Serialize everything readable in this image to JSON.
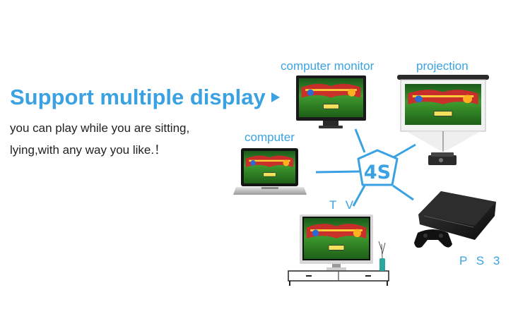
{
  "headline": "Support multiple display",
  "description": {
    "line1": "you can play while you are sitting,",
    "line2": "lying,with any way you like.！"
  },
  "hub": {
    "label": "4S"
  },
  "devices": {
    "computer_monitor": "computer monitor",
    "projection": "projection",
    "computer": "computer",
    "tv": "T V",
    "ps3": "P S 3"
  },
  "colors": {
    "accent": "#3aa2e3",
    "text": "#222222",
    "background": "#ffffff"
  }
}
